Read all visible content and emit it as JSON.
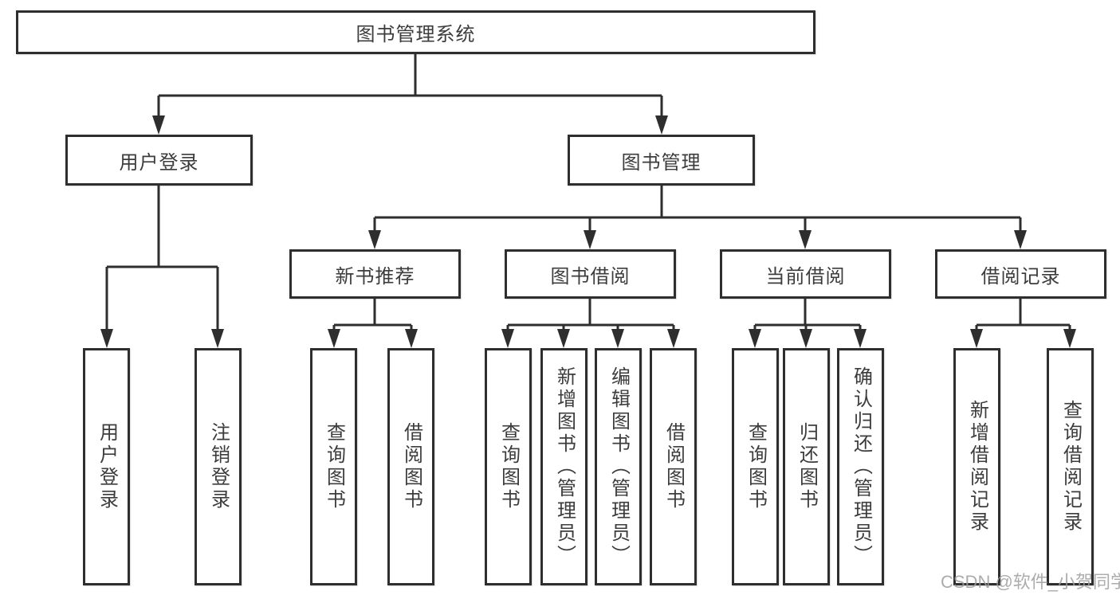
{
  "tree": {
    "root": {
      "label": "图书管理系统"
    },
    "children": [
      {
        "label": "用户登录",
        "children": [
          {
            "label": "用户登录"
          },
          {
            "label": "注销登录"
          }
        ]
      },
      {
        "label": "图书管理",
        "children": [
          {
            "label": "新书推荐",
            "children": [
              {
                "label": "查询图书"
              },
              {
                "label": "借阅图书"
              }
            ]
          },
          {
            "label": "图书借阅",
            "children": [
              {
                "label": "查询图书"
              },
              {
                "label": "新增图书（管理员）"
              },
              {
                "label": "编辑图书（管理员）"
              },
              {
                "label": "借阅图书"
              }
            ]
          },
          {
            "label": "当前借阅",
            "children": [
              {
                "label": "查询图书"
              },
              {
                "label": "归还图书"
              },
              {
                "label": "确认归还（管理员）"
              }
            ]
          },
          {
            "label": "借阅记录",
            "children": [
              {
                "label": "新增借阅记录"
              },
              {
                "label": "查询借阅记录"
              }
            ]
          }
        ]
      }
    ]
  },
  "watermark": {
    "text": "CSDN @软件_小贺同学"
  },
  "colors": {
    "line": "#2e2e2e",
    "text": "#3c3c3c",
    "background": "#ffffff",
    "watermark": "#9e9e9e"
  }
}
